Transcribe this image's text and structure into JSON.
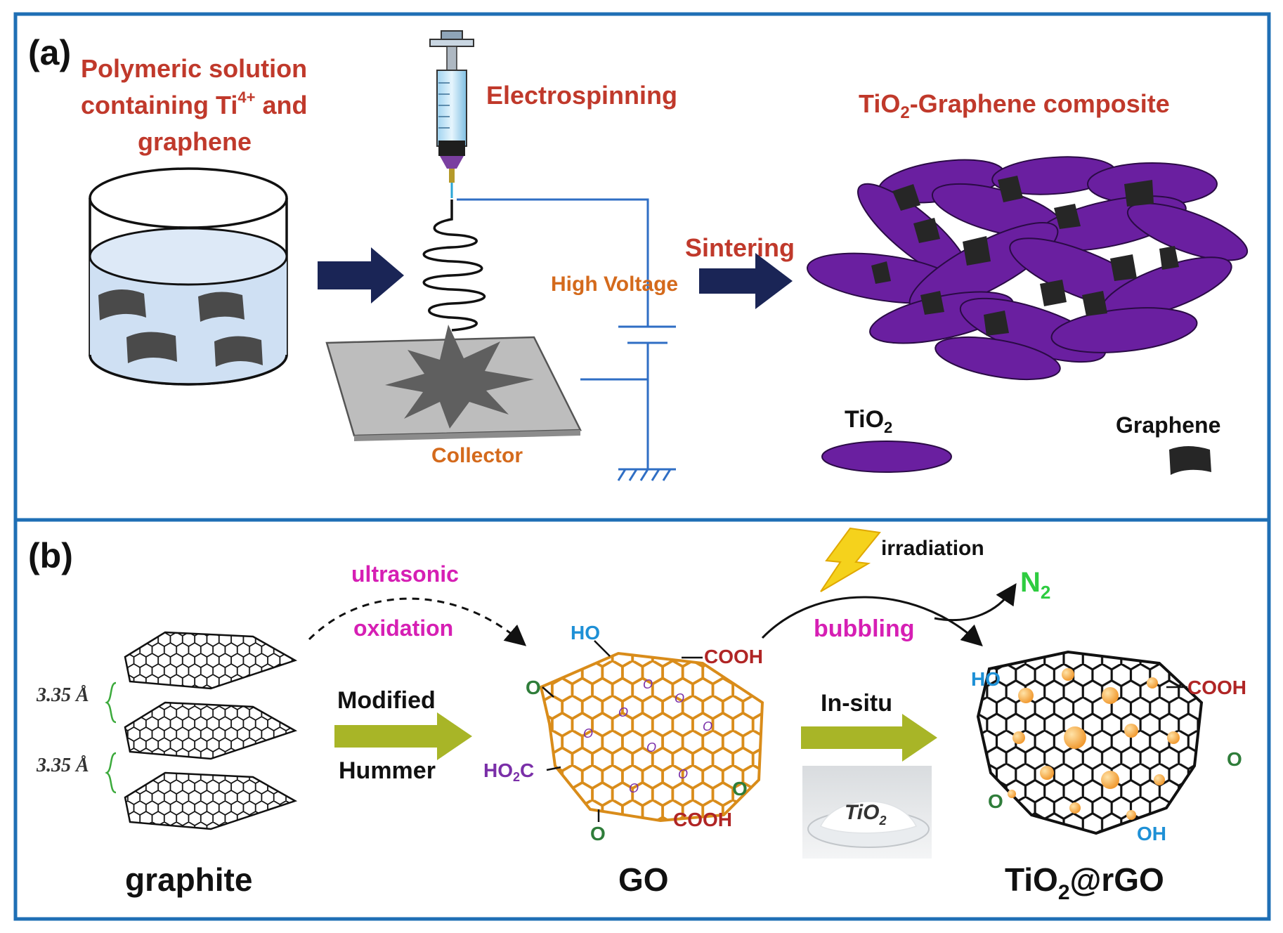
{
  "panel_a": {
    "label": "(a)",
    "solution_line1": "Polymeric solution",
    "solution_line2_pre": "containing Ti",
    "solution_line2_sup": "4+",
    "solution_line2_post": " and",
    "solution_line3": "graphene",
    "electrospinning": "Electrospinning",
    "composite_pre": "TiO",
    "composite_sub": "2",
    "composite_post": "-Graphene composite",
    "sintering": "Sintering",
    "high_voltage": "High Voltage",
    "collector": "Collector",
    "legend_tio2_pre": "TiO",
    "legend_tio2_sub": "2",
    "legend_graphene": "Graphene"
  },
  "panel_b": {
    "label": "(b)",
    "ultrasonic": "ultrasonic",
    "oxidation": "oxidation",
    "irradiation": "irradiation",
    "n2_main": "N",
    "n2_sub": "2",
    "bubbling": "bubbling",
    "spacing_1": "3.35 Å",
    "spacing_2": "3.35 Å",
    "modified": "Modified",
    "hummer": "Hummer",
    "in_situ": "In-situ",
    "powder_pre": "TiO",
    "powder_sub": "2",
    "graphite": "graphite",
    "go": "GO",
    "product_pre": "TiO",
    "product_sub": "2",
    "product_post": "@rGO",
    "go_groups": {
      "ho": "HO",
      "cooh_top": "COOH",
      "o_left": "O",
      "ho2c_pre": "HO",
      "ho2c_sub": "2",
      "ho2c_post": "C",
      "o_right": "O",
      "o_bottom": "O",
      "cooh_bottom": "COOH"
    },
    "rgo_groups": {
      "ho": "HO",
      "cooh": "COOH",
      "o_right": "O",
      "o_left": "O",
      "oh": "OH"
    }
  },
  "colors": {
    "frame": "#1f6fb5",
    "title_red": "#c0392b",
    "orange_label": "#d46a1c",
    "arrow_navy": "#1a2556",
    "tio2_purple": "#6a1fa0",
    "graphene_dark": "#2b2b2b",
    "magenta": "#d61fb4",
    "green_n2": "#2ecc40",
    "olive_arrow": "#a8b527",
    "go_orange": "#d98c1a",
    "blue_group": "#1e90d6",
    "red_group": "#b02525",
    "green_group": "#2f7d3a",
    "purple_group": "#7a2fa8"
  }
}
